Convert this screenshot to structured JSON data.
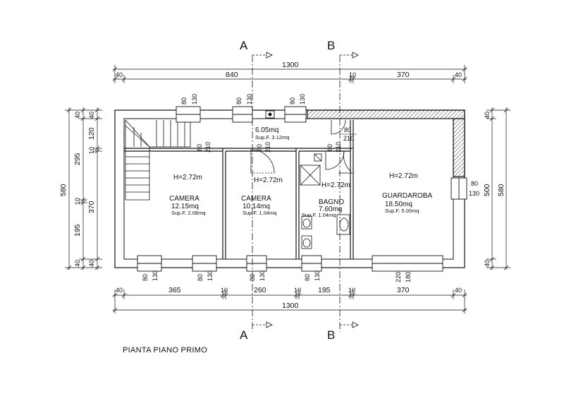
{
  "title": "PIANTA PIANO PRIMO",
  "sections": {
    "a": "A",
    "b": "B"
  },
  "top_dims": {
    "total": "1300",
    "left_margin": "40",
    "left_span": "840",
    "partition": "10",
    "right_span": "370",
    "right_margin": "40"
  },
  "top_windows": [
    {
      "w": "80",
      "h": "130"
    },
    {
      "w": "80",
      "h": "130"
    },
    {
      "w": "80",
      "h": "130"
    }
  ],
  "bottom_dims": {
    "total": "1300",
    "d1": "40",
    "d2": "365",
    "d3": "10",
    "d4": "260",
    "d5": "10",
    "d6": "195",
    "d7": "10",
    "d8": "370",
    "d9": "40"
  },
  "bottom_windows": [
    {
      "w": "80",
      "h": "130"
    },
    {
      "w": "80",
      "h": "130"
    },
    {
      "w": "80",
      "h": "130"
    },
    {
      "w": "80",
      "h": "130"
    },
    {
      "w": "220",
      "h": "180"
    }
  ],
  "left_dims": {
    "total": "580",
    "outer": [
      "40",
      "295",
      "10",
      "195",
      "40"
    ],
    "inner": [
      "40",
      "120",
      "10",
      "370",
      "40"
    ]
  },
  "right_dims": {
    "total": "580",
    "inner": "500",
    "top": "40",
    "bottom": "40",
    "window_w": "80",
    "window_h": "130"
  },
  "doors": [
    {
      "w": "80",
      "h": "210"
    },
    {
      "w": "80",
      "h": "210"
    },
    {
      "w": "80",
      "h": "210"
    },
    {
      "w": "80",
      "h": "210"
    }
  ],
  "rooms": {
    "hall": {
      "area": "6.05mq",
      "window": "Sup.F. 3.12mq"
    },
    "camera1": {
      "height": "H=2.72m",
      "name": "CAMERA",
      "area": "12.15mq",
      "window": "Sup.F. 2.08mq"
    },
    "camera2": {
      "height": "H=2.72m",
      "name": "CAMERA",
      "area": "10.14mq",
      "window": "Sup.F. 1.04mq"
    },
    "bagno": {
      "height": "H=2.72m",
      "name": "BAGNO",
      "area": "7.60mq",
      "window": "Sup.F. 1.04mq"
    },
    "guardaroba": {
      "height": "H=2.72m",
      "name": "GUARDAROBA",
      "area": "18.50mq",
      "window": "Sup.F. 5.00mq"
    }
  }
}
